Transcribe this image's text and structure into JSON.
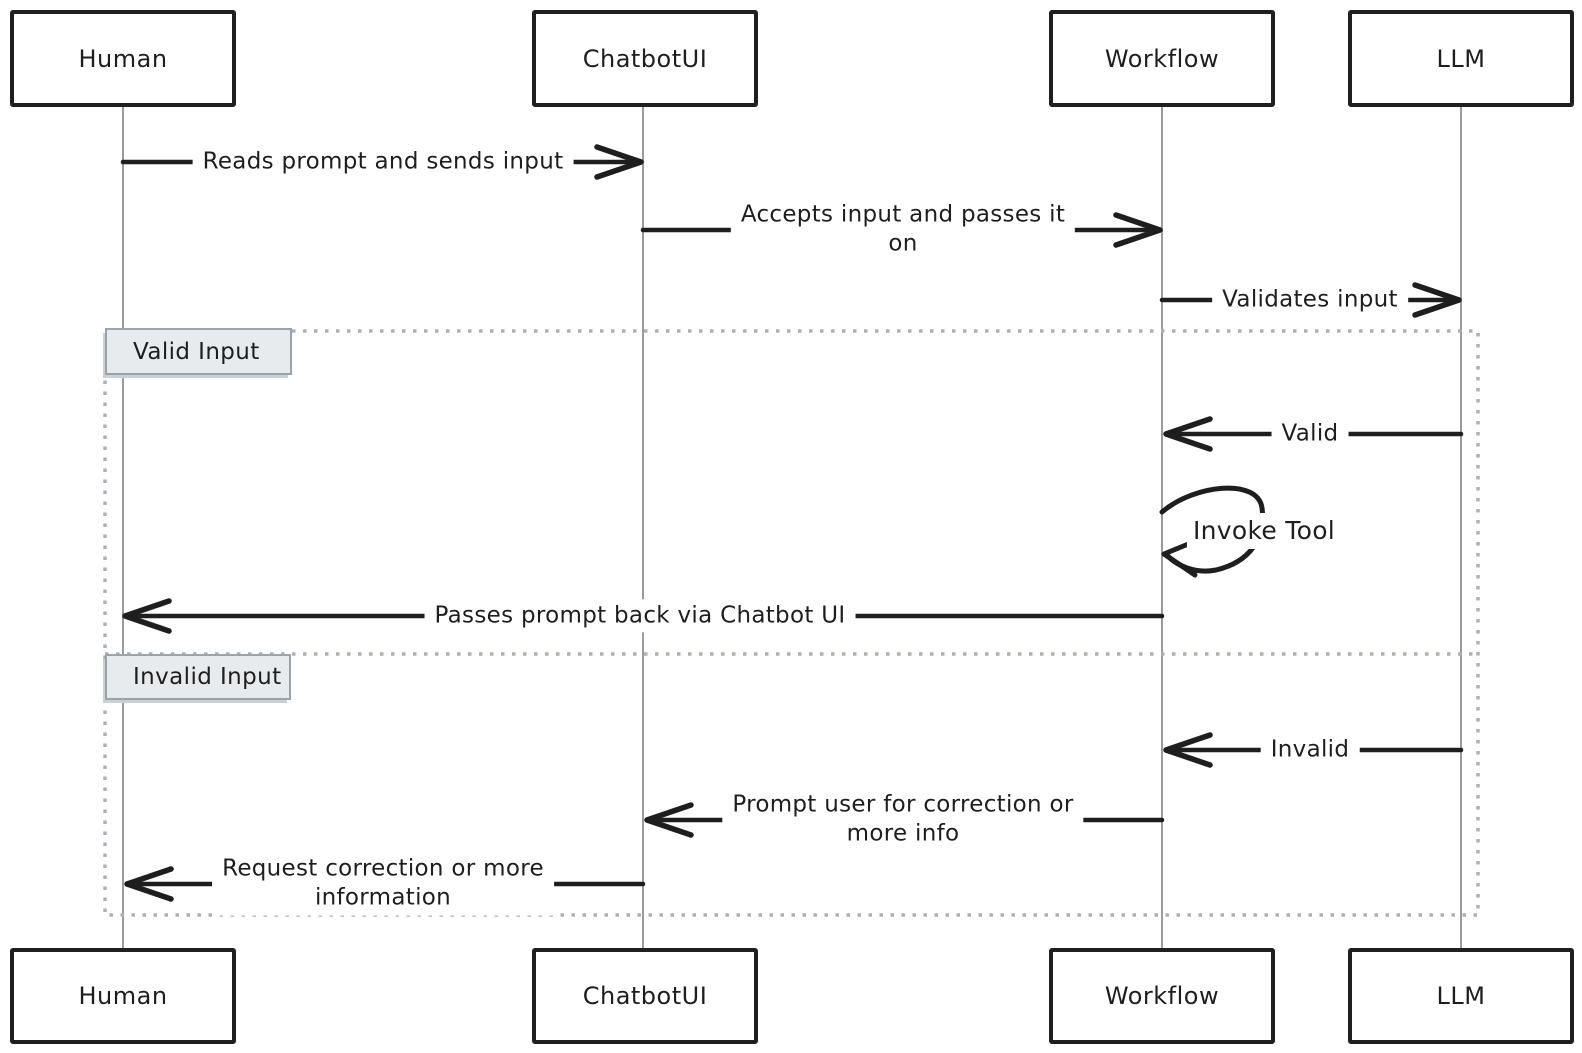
{
  "diagram_type": "sequence",
  "actors": [
    {
      "name": "Human"
    },
    {
      "name": "ChatbotUI"
    },
    {
      "name": "Workflow"
    },
    {
      "name": "LLM"
    }
  ],
  "frames": {
    "valid": {
      "label": "Valid Input"
    },
    "invalid": {
      "label": "Invalid Input"
    }
  },
  "messages": {
    "m1": {
      "from": "Human",
      "to": "ChatbotUI",
      "label": "Reads prompt and sends input"
    },
    "m2": {
      "from": "ChatbotUI",
      "to": "Workflow",
      "label": "Accepts input and passes it\non"
    },
    "m3": {
      "from": "Workflow",
      "to": "LLM",
      "label": "Validates input"
    },
    "m4": {
      "from": "LLM",
      "to": "Workflow",
      "label": "Valid"
    },
    "m5": {
      "from": "Workflow",
      "to": "Workflow",
      "label": "Invoke Tool"
    },
    "m6": {
      "from": "Workflow",
      "to": "Human",
      "label": "Passes prompt back via Chatbot UI"
    },
    "m7": {
      "from": "LLM",
      "to": "Workflow",
      "label": "Invalid"
    },
    "m8": {
      "from": "Workflow",
      "to": "ChatbotUI",
      "label": "Prompt user for correction or\nmore info"
    },
    "m9": {
      "from": "ChatbotUI",
      "to": "Human",
      "label": "Request correction or more\ninformation"
    }
  },
  "colors": {
    "stroke": "#1e1e1e",
    "lifeline": "#9b9b9b",
    "frame_dots": "#a9b0b8",
    "frame_label_bg": "#e8ebee",
    "frame_label_border": "#98a3ac",
    "background": "#ffffff"
  }
}
